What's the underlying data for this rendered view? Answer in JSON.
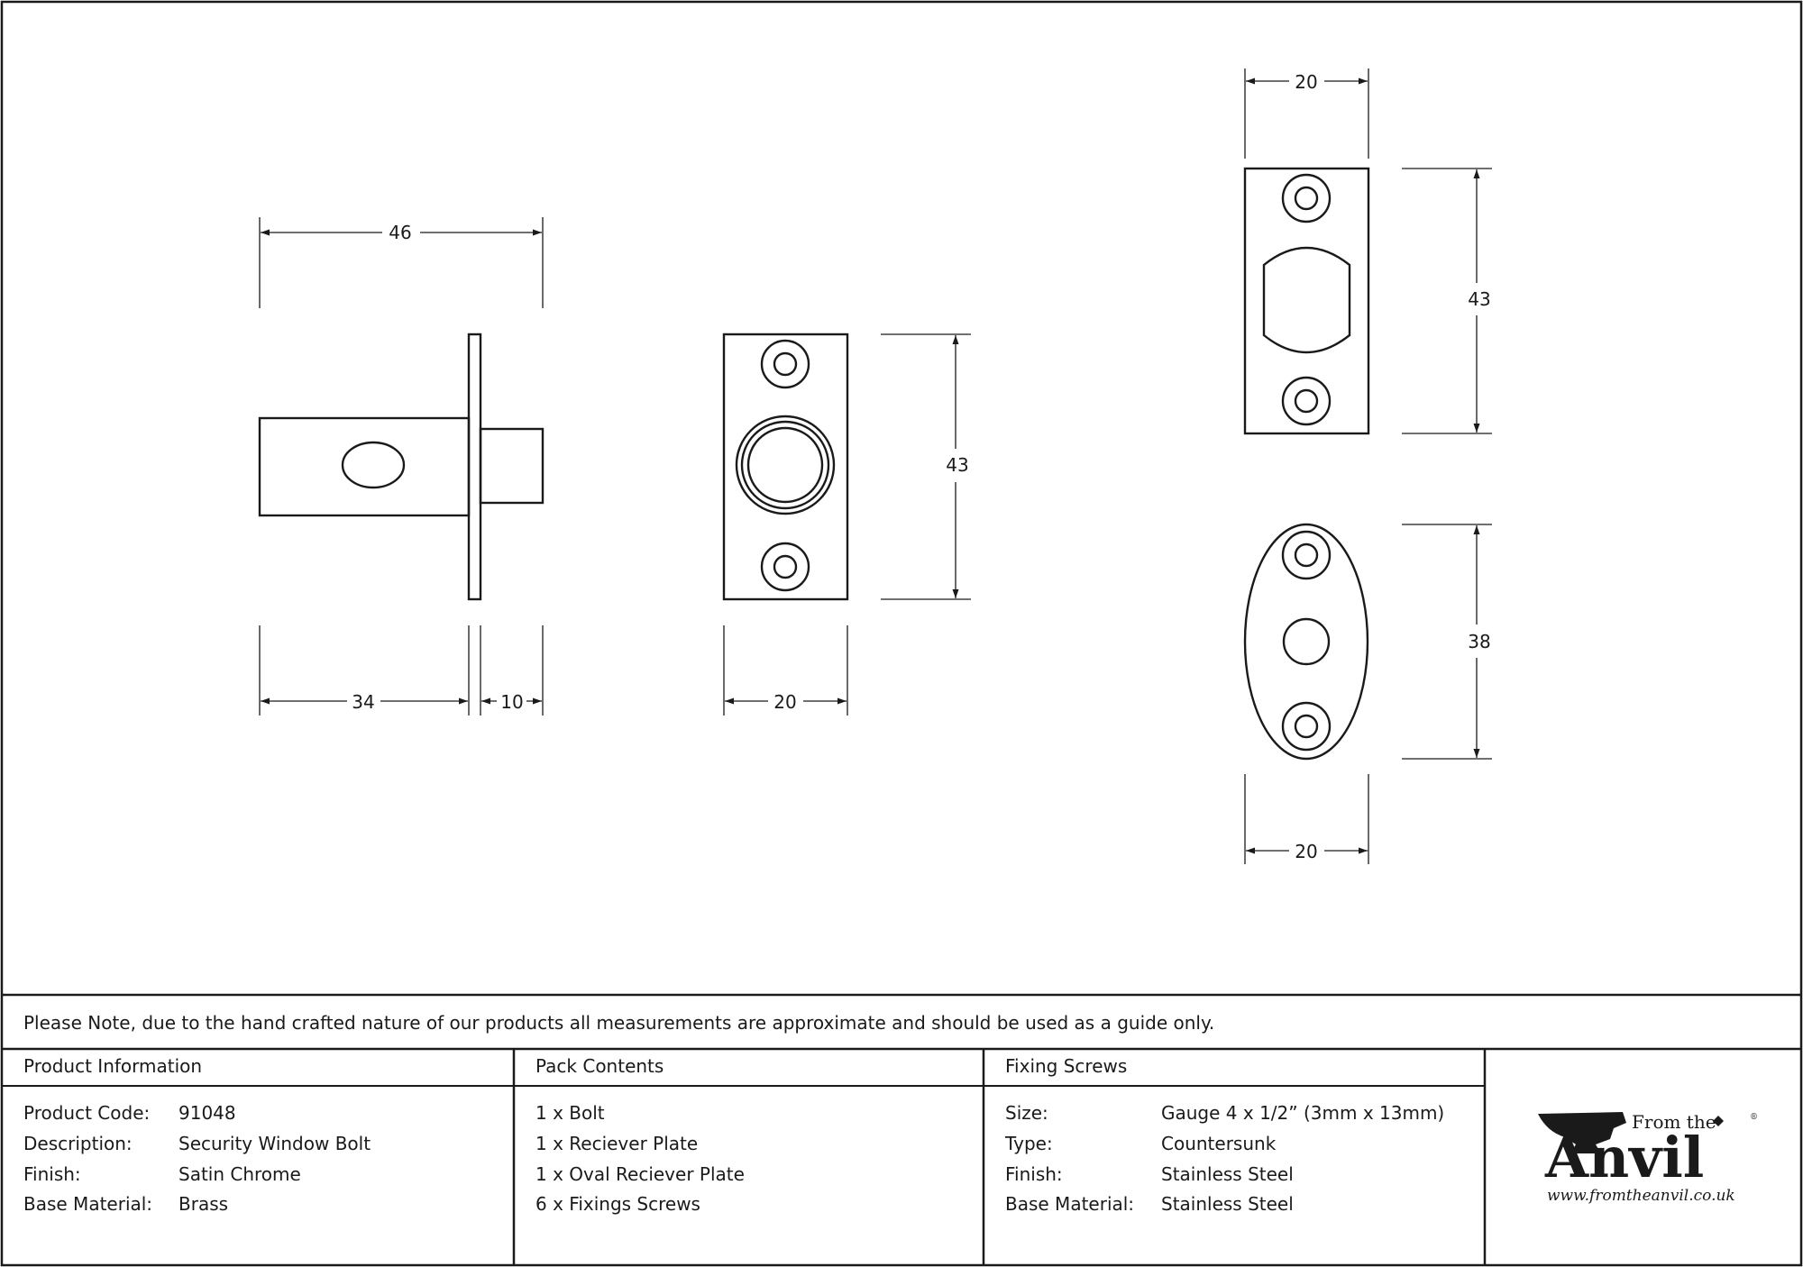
{
  "dimensions": {
    "bolt_width": "46",
    "bolt_body": "34",
    "bolt_shoot": "10",
    "receiver_height": "43",
    "receiver_width": "20",
    "striker_width": "20",
    "striker_height": "43",
    "oval_height": "38",
    "oval_width": "20"
  },
  "note": "Please Note, due to the hand crafted nature of our products all measurements are approximate and should be used as a guide only.",
  "product_information": {
    "heading": "Product Information",
    "rows": [
      {
        "label": "Product Code:",
        "value": "91048"
      },
      {
        "label": "Description:",
        "value": "Security Window Bolt"
      },
      {
        "label": "Finish:",
        "value": "Satin Chrome"
      },
      {
        "label": "Base Material:",
        "value": "Brass"
      }
    ]
  },
  "pack_contents": {
    "heading": "Pack Contents",
    "items": [
      "1 x Bolt",
      "1 x Reciever Plate",
      "1 x Oval Reciever Plate",
      "6 x Fixings Screws"
    ]
  },
  "fixing_screws": {
    "heading": "Fixing Screws",
    "rows": [
      {
        "label": "Size:",
        "value": "Gauge 4 x 1/2” (3mm x 13mm)"
      },
      {
        "label": "Type:",
        "value": "Countersunk"
      },
      {
        "label": "Finish:",
        "value": "Stainless Steel"
      },
      {
        "label": "Base Material:",
        "value": "Stainless Steel"
      }
    ]
  },
  "logo": {
    "from_the": "From the",
    "anvil": "Anvil",
    "url": "www.fromtheanvil.co.uk"
  }
}
